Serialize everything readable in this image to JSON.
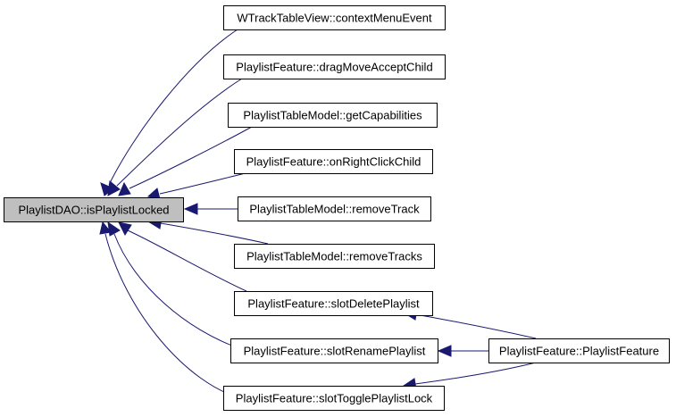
{
  "graph": {
    "edge_color": "#191970",
    "focus_fill": "#bfbfbf",
    "nodes": [
      {
        "id": "focus",
        "label": "PlaylistDAO::isPlaylistLocked",
        "focus": true
      },
      {
        "id": "n1",
        "label": "WTrackTableView::contextMenuEvent"
      },
      {
        "id": "n2",
        "label": "PlaylistFeature::dragMoveAcceptChild"
      },
      {
        "id": "n3",
        "label": "PlaylistTableModel::getCapabilities"
      },
      {
        "id": "n4",
        "label": "PlaylistFeature::onRightClickChild"
      },
      {
        "id": "n5",
        "label": "PlaylistTableModel::removeTrack"
      },
      {
        "id": "n6",
        "label": "PlaylistTableModel::removeTracks"
      },
      {
        "id": "n7",
        "label": "PlaylistFeature::slotDeletePlaylist"
      },
      {
        "id": "n8",
        "label": "PlaylistFeature::slotRenamePlaylist"
      },
      {
        "id": "n9",
        "label": "PlaylistFeature::slotTogglePlaylistLock"
      },
      {
        "id": "n10",
        "label": "PlaylistFeature::PlaylistFeature"
      }
    ],
    "edges": [
      {
        "from": "n1",
        "to": "focus"
      },
      {
        "from": "n2",
        "to": "focus"
      },
      {
        "from": "n3",
        "to": "focus"
      },
      {
        "from": "n4",
        "to": "focus"
      },
      {
        "from": "n5",
        "to": "focus"
      },
      {
        "from": "n6",
        "to": "focus"
      },
      {
        "from": "n7",
        "to": "focus"
      },
      {
        "from": "n8",
        "to": "focus"
      },
      {
        "from": "n9",
        "to": "focus"
      },
      {
        "from": "n10",
        "to": "n7"
      },
      {
        "from": "n10",
        "to": "n8"
      },
      {
        "from": "n10",
        "to": "n9"
      }
    ]
  }
}
